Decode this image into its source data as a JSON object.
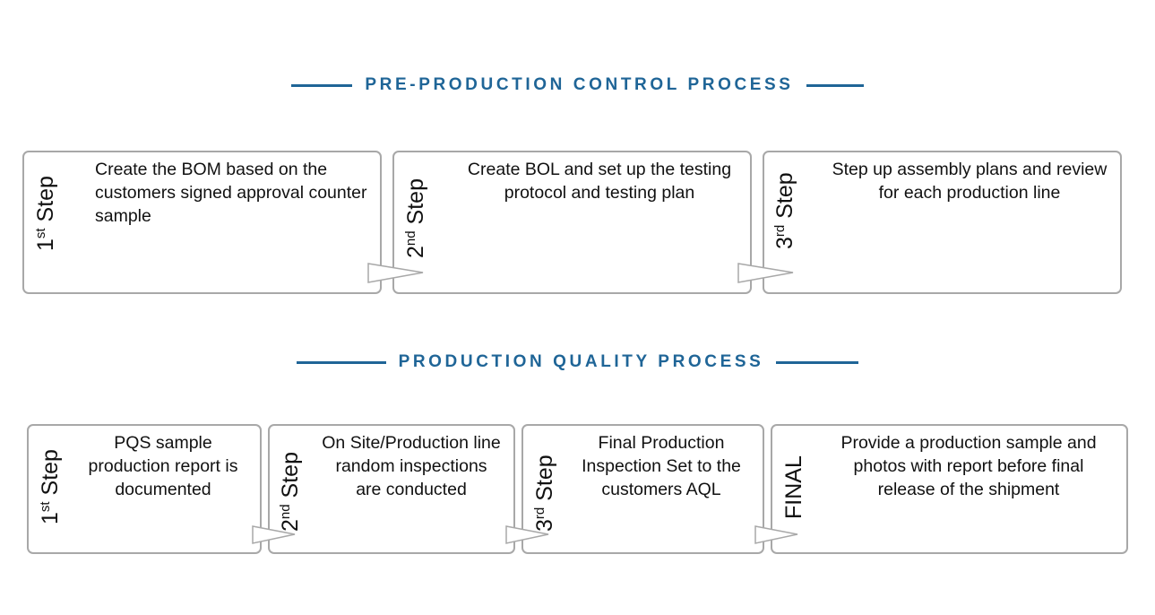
{
  "sections": [
    {
      "title": "PRE-PRODUCTION CONTROL PROCESS",
      "steps": [
        {
          "label_num": "1",
          "label_sup": "st",
          "label_word": "Step",
          "text": "Create the BOM based on the customers signed approval counter sample"
        },
        {
          "label_num": "2",
          "label_sup": "nd",
          "label_word": "Step",
          "text": "Create BOL and set up the testing protocol and testing plan"
        },
        {
          "label_num": "3",
          "label_sup": "rd",
          "label_word": "Step",
          "text": "Step up assembly plans and review for each production line"
        }
      ]
    },
    {
      "title": "PRODUCTION QUALITY PROCESS",
      "steps": [
        {
          "label_num": "1",
          "label_sup": "st",
          "label_word": "Step",
          "text": "PQS sample production report is documented"
        },
        {
          "label_num": "2",
          "label_sup": "nd",
          "label_word": "Step",
          "text": "On Site/Production line random inspections are conducted"
        },
        {
          "label_num": "3",
          "label_sup": "rd",
          "label_word": "Step",
          "text": "Final Production Inspection Set to the customers AQL"
        },
        {
          "label_num": "",
          "label_sup": "",
          "label_word": "FINAL",
          "text": "Provide a production sample and photos with report before final release of the shipment"
        }
      ]
    }
  ],
  "colors": {
    "title": "#1f6597",
    "box_border": "#a8a8a8",
    "text": "#111111"
  }
}
